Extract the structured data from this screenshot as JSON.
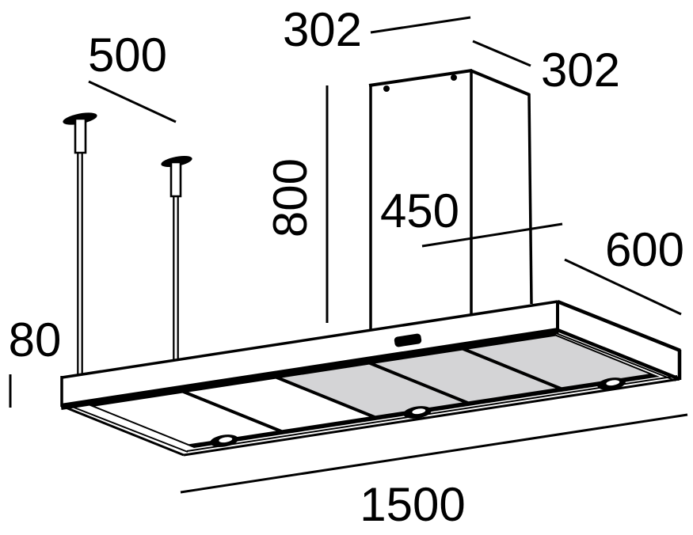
{
  "drawing": {
    "kind": "island-range-hood-dimension-drawing"
  },
  "dims": {
    "rod_length": "500",
    "duct_width": "302",
    "duct_depth": "302",
    "duct_height": "800",
    "duct_offset": "450",
    "body_depth": "600",
    "body_height": "80",
    "body_length": "1500"
  },
  "colors": {
    "line": "#000000",
    "background": "#ffffff",
    "filter_gray": "#d4d4d6",
    "panel_white": "#ffffff"
  },
  "hood": {
    "filter_panels": [
      "#ffffff",
      "#ffffff",
      "#d4d4d6",
      "#d4d4d6",
      "#d4d4d6"
    ],
    "spotlight_count": 3
  }
}
